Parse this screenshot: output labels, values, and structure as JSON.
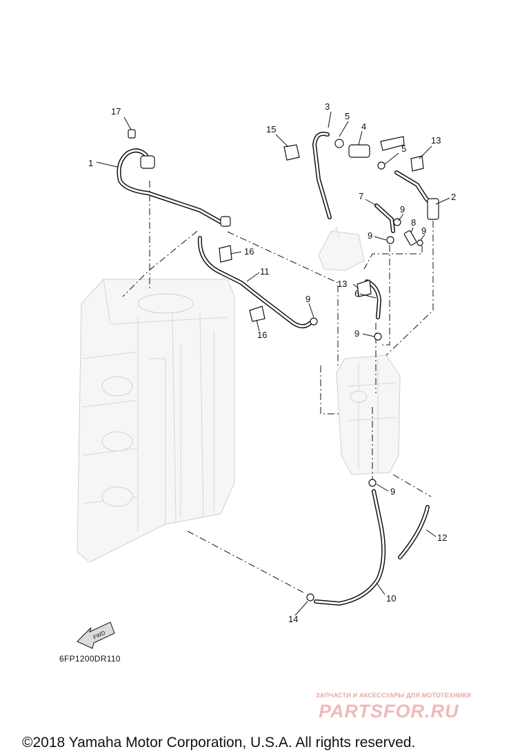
{
  "callouts": {
    "p1": "1",
    "p2": "2",
    "p3": "3",
    "p4": "4",
    "p5a": "5",
    "p5b": "5",
    "p6": "6",
    "p7": "7",
    "p8": "8",
    "p9a": "9",
    "p9b": "9",
    "p9c": "9",
    "p9d": "9",
    "p9e": "9",
    "p9f": "9",
    "p10": "10",
    "p11": "11",
    "p12": "12",
    "p13a": "13",
    "p13b": "13",
    "p14": "14",
    "p15": "15",
    "p16a": "16",
    "p16b": "16",
    "p17": "17"
  },
  "fwd_label": "FWD",
  "diagram_code": "6FP1200DR110",
  "watermark": {
    "tagline": "ЗАПЧАСТИ И АКСЕССУАРЫ ДЛЯ МОТОТЕХНИКИ",
    "brand": "PARTSFOR.RU"
  },
  "copyright": "©2018 Yamaha Motor Corporation, U.S.A. All rights reserved."
}
